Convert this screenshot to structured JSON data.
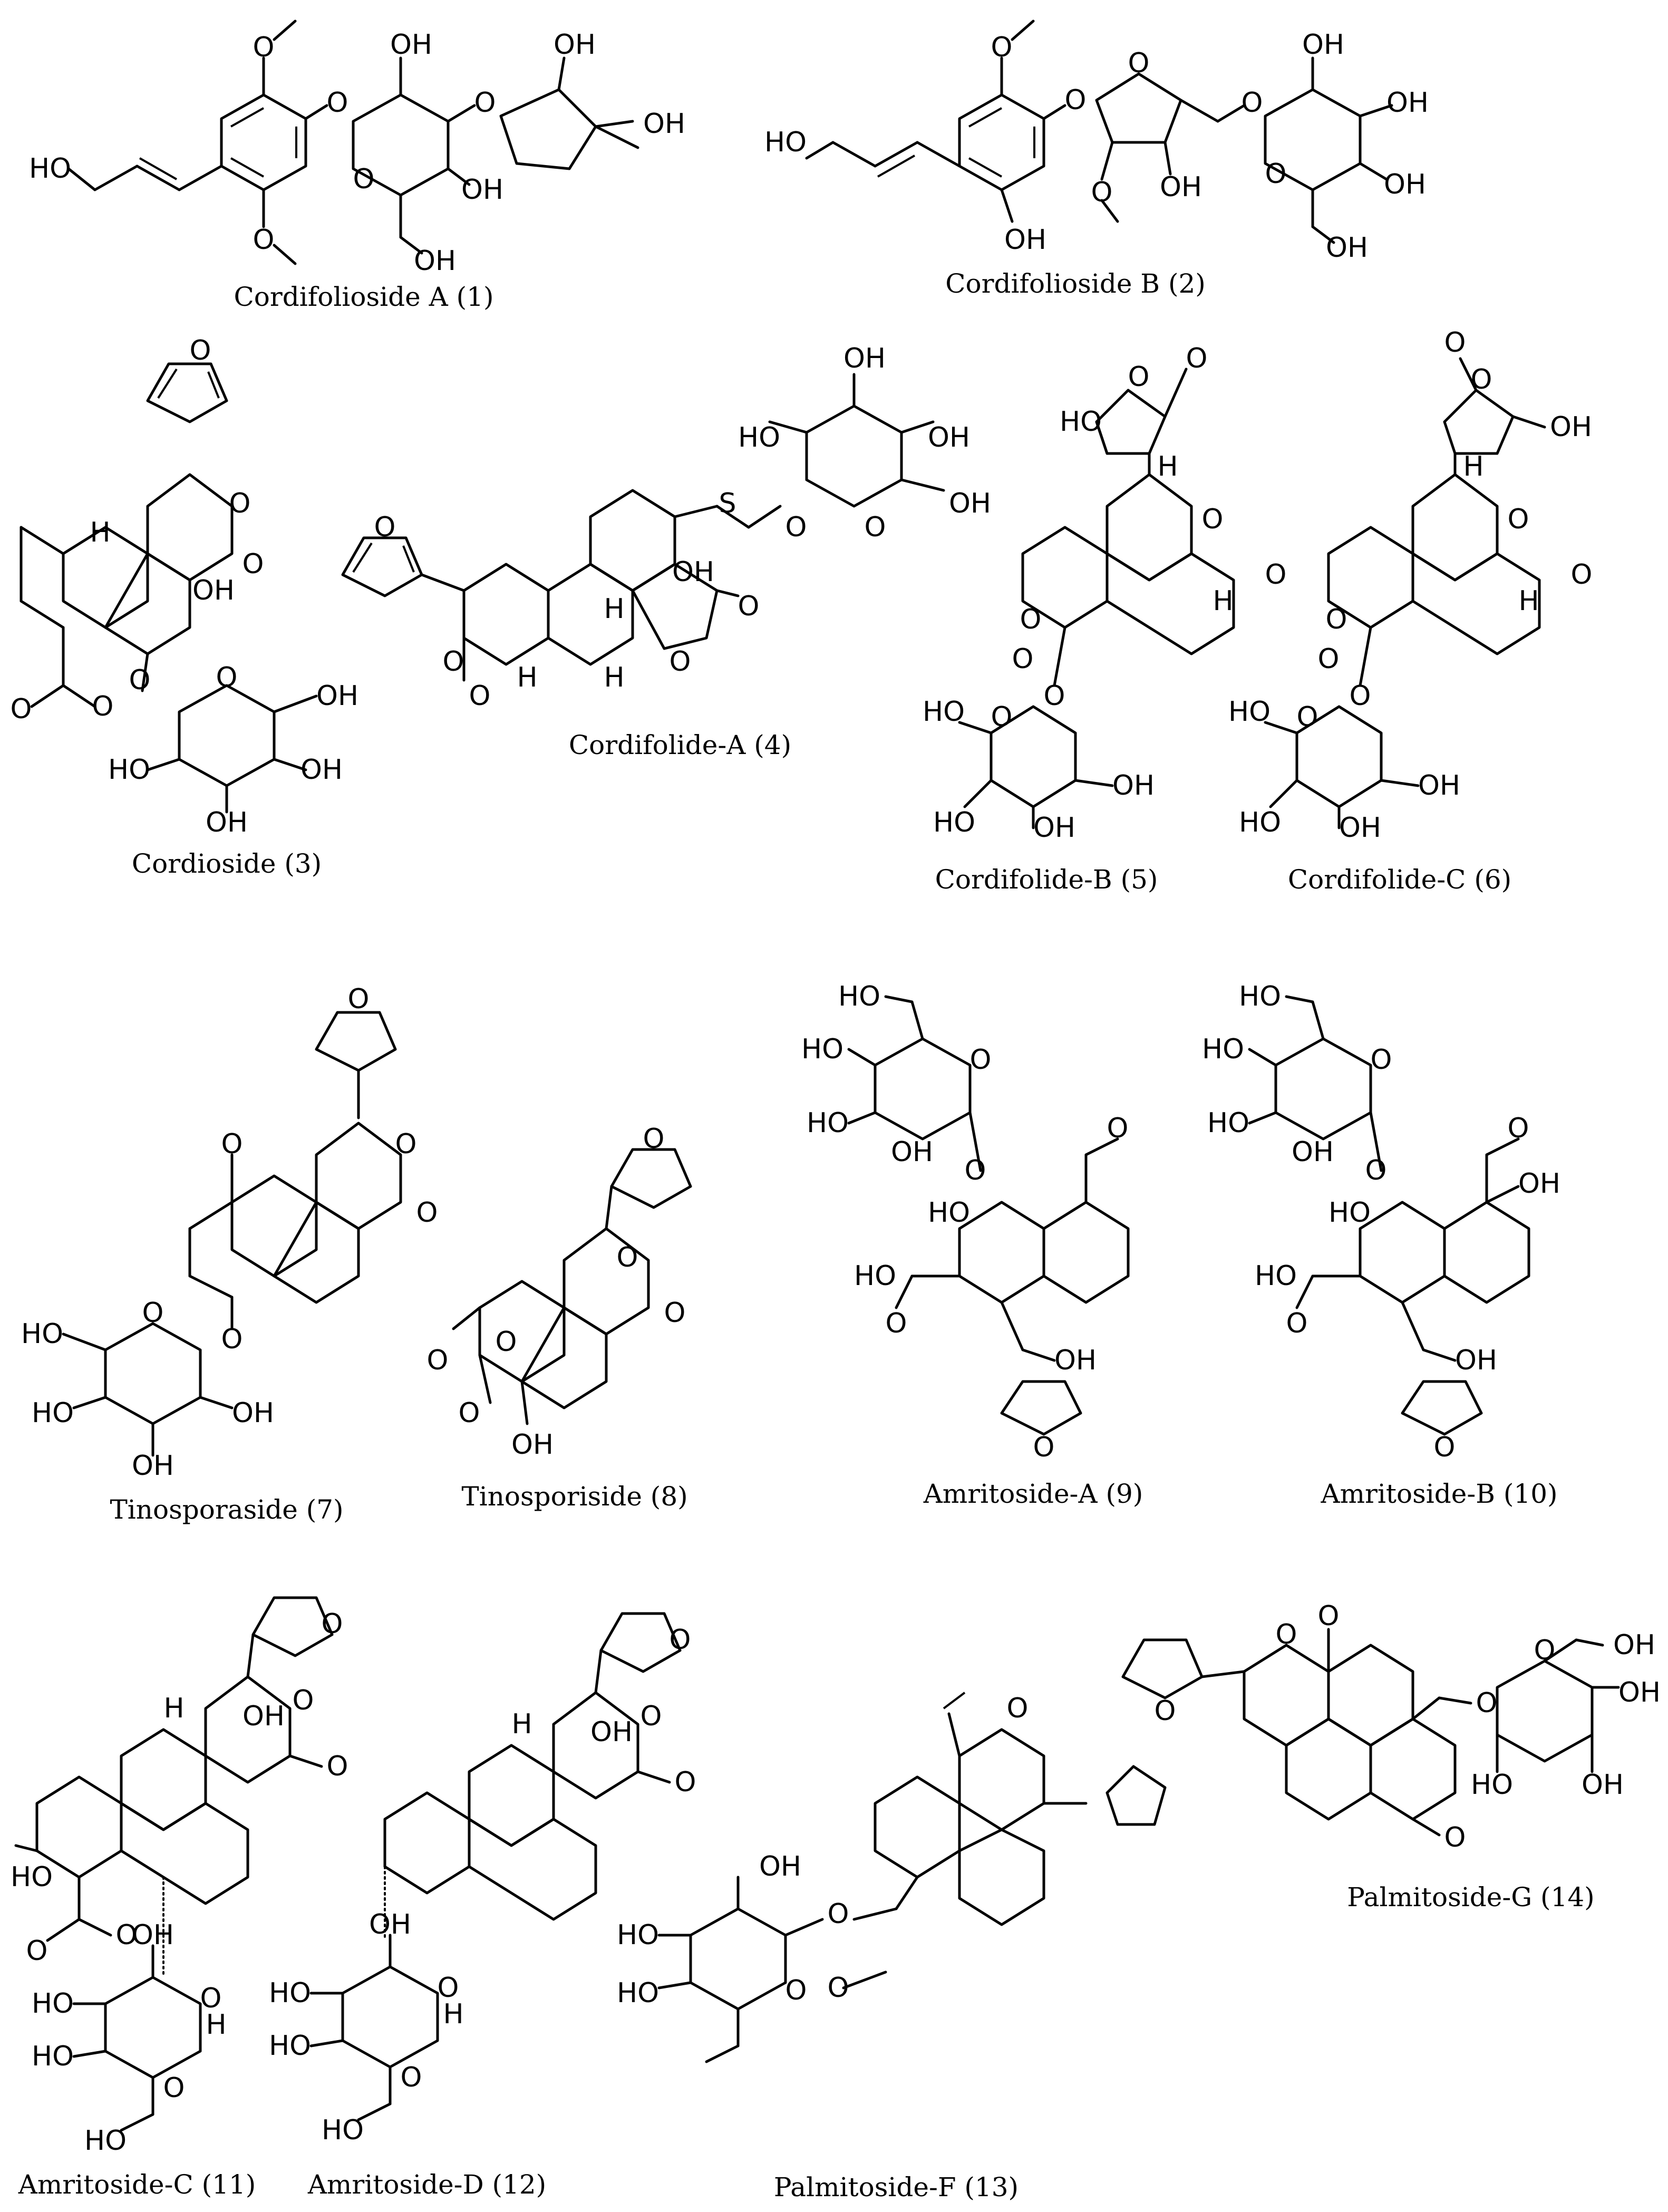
{
  "compounds": [
    {
      "id": "1",
      "name": "Cordifolioside A (1)",
      "atoms": [
        "HO",
        "O",
        "O",
        "O",
        "OH",
        "O",
        "O",
        "OH",
        "OH",
        "OH",
        "OH"
      ]
    },
    {
      "id": "2",
      "name": "Cordifolioside B (2)",
      "atoms": [
        "HO",
        "O",
        "O",
        "O",
        "OH",
        "O",
        "OH",
        "O",
        "OH",
        "OH",
        "OH",
        "O",
        "OH"
      ]
    },
    {
      "id": "3",
      "name": "Cordioside (3)",
      "atoms": [
        "O",
        "H",
        "O",
        "O",
        "OH",
        "O",
        "O",
        "O",
        "O",
        "OH",
        "HO",
        "OH",
        "OH"
      ]
    },
    {
      "id": "4",
      "name": "Cordifolide-A (4)",
      "atoms": [
        "O",
        "S",
        "HO",
        "OH",
        "OH",
        "O",
        "O",
        "OH",
        "OH",
        "H",
        "O",
        "O",
        "O",
        "O",
        "H",
        "H"
      ]
    },
    {
      "id": "5",
      "name": "Cordifolide-B (5)",
      "atoms": [
        "O",
        "O",
        "HO",
        "H",
        "O",
        "O",
        "O",
        "H",
        "O",
        "O",
        "HO",
        "O",
        "OH",
        "HO",
        "OH"
      ]
    },
    {
      "id": "6",
      "name": "Cordifolide-C (6)",
      "atoms": [
        "O",
        "O",
        "OH",
        "H",
        "O",
        "O",
        "O",
        "H",
        "O",
        "O",
        "HO",
        "O",
        "OH",
        "HO",
        "OH"
      ]
    },
    {
      "id": "7",
      "name": "Tinosporaside (7)",
      "atoms": [
        "O",
        "O",
        "O",
        "O",
        "O",
        "HO",
        "O",
        "HO",
        "OH",
        "OH"
      ]
    },
    {
      "id": "8",
      "name": "Tinosporiside (8)",
      "atoms": [
        "O",
        "O",
        "O",
        "O",
        "O",
        "O",
        "OH"
      ]
    },
    {
      "id": "9",
      "name": "Amritoside-A (9)",
      "atoms": [
        "HO",
        "HO",
        "O",
        "O",
        "O",
        "HO",
        "OH",
        "HO",
        "HO",
        "O",
        "OH",
        "O"
      ]
    },
    {
      "id": "10",
      "name": "Amritoside-B (10)",
      "atoms": [
        "HO",
        "HO",
        "O",
        "O",
        "O",
        "OH",
        "HO",
        "OH",
        "HO",
        "HO",
        "O",
        "OH",
        "O"
      ]
    },
    {
      "id": "11",
      "name": "Amritoside-C (11)",
      "atoms": [
        "O",
        "H",
        "OH",
        "O",
        "O",
        "HO",
        "O",
        "O",
        "OH",
        "HO",
        "O",
        "H",
        "HO",
        "O",
        "HO"
      ]
    },
    {
      "id": "12",
      "name": "Amritoside-D (12)",
      "atoms": [
        "O",
        "H",
        "OH",
        "O",
        "O",
        "OH",
        "HO",
        "O",
        "H",
        "HO",
        "O",
        "HO"
      ]
    },
    {
      "id": "13",
      "name": "Palmitoside-F (13)",
      "atoms": [
        "O",
        "OH",
        "O",
        "HO",
        "HO",
        "O",
        "O"
      ]
    },
    {
      "id": "14",
      "name": "Palmitoside-G (14)",
      "atoms": [
        "O",
        "O",
        "O",
        "OH",
        "O",
        "O",
        "OH",
        "HO",
        "OH",
        "O"
      ]
    }
  ]
}
